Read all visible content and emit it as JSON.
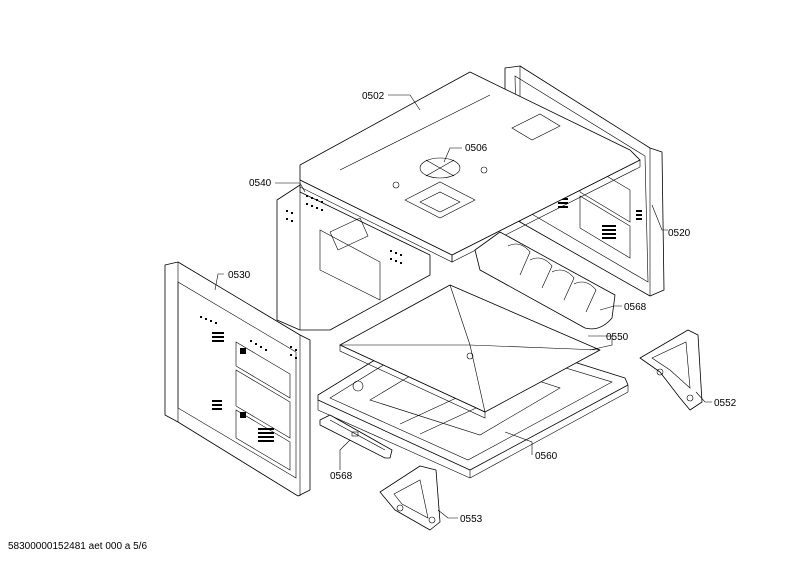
{
  "diagram": {
    "labels": {
      "p0502": "0502",
      "p0506": "0506",
      "p0540": "0540",
      "p0520": "0520",
      "p0530": "0530",
      "p0568_top": "0568",
      "p0550": "0550",
      "p0552": "0552",
      "p0568_bottom": "0568",
      "p0560": "0560",
      "p0553": "0553"
    }
  },
  "footer": {
    "text": "58300000152481 aet 000 a 5/6"
  }
}
